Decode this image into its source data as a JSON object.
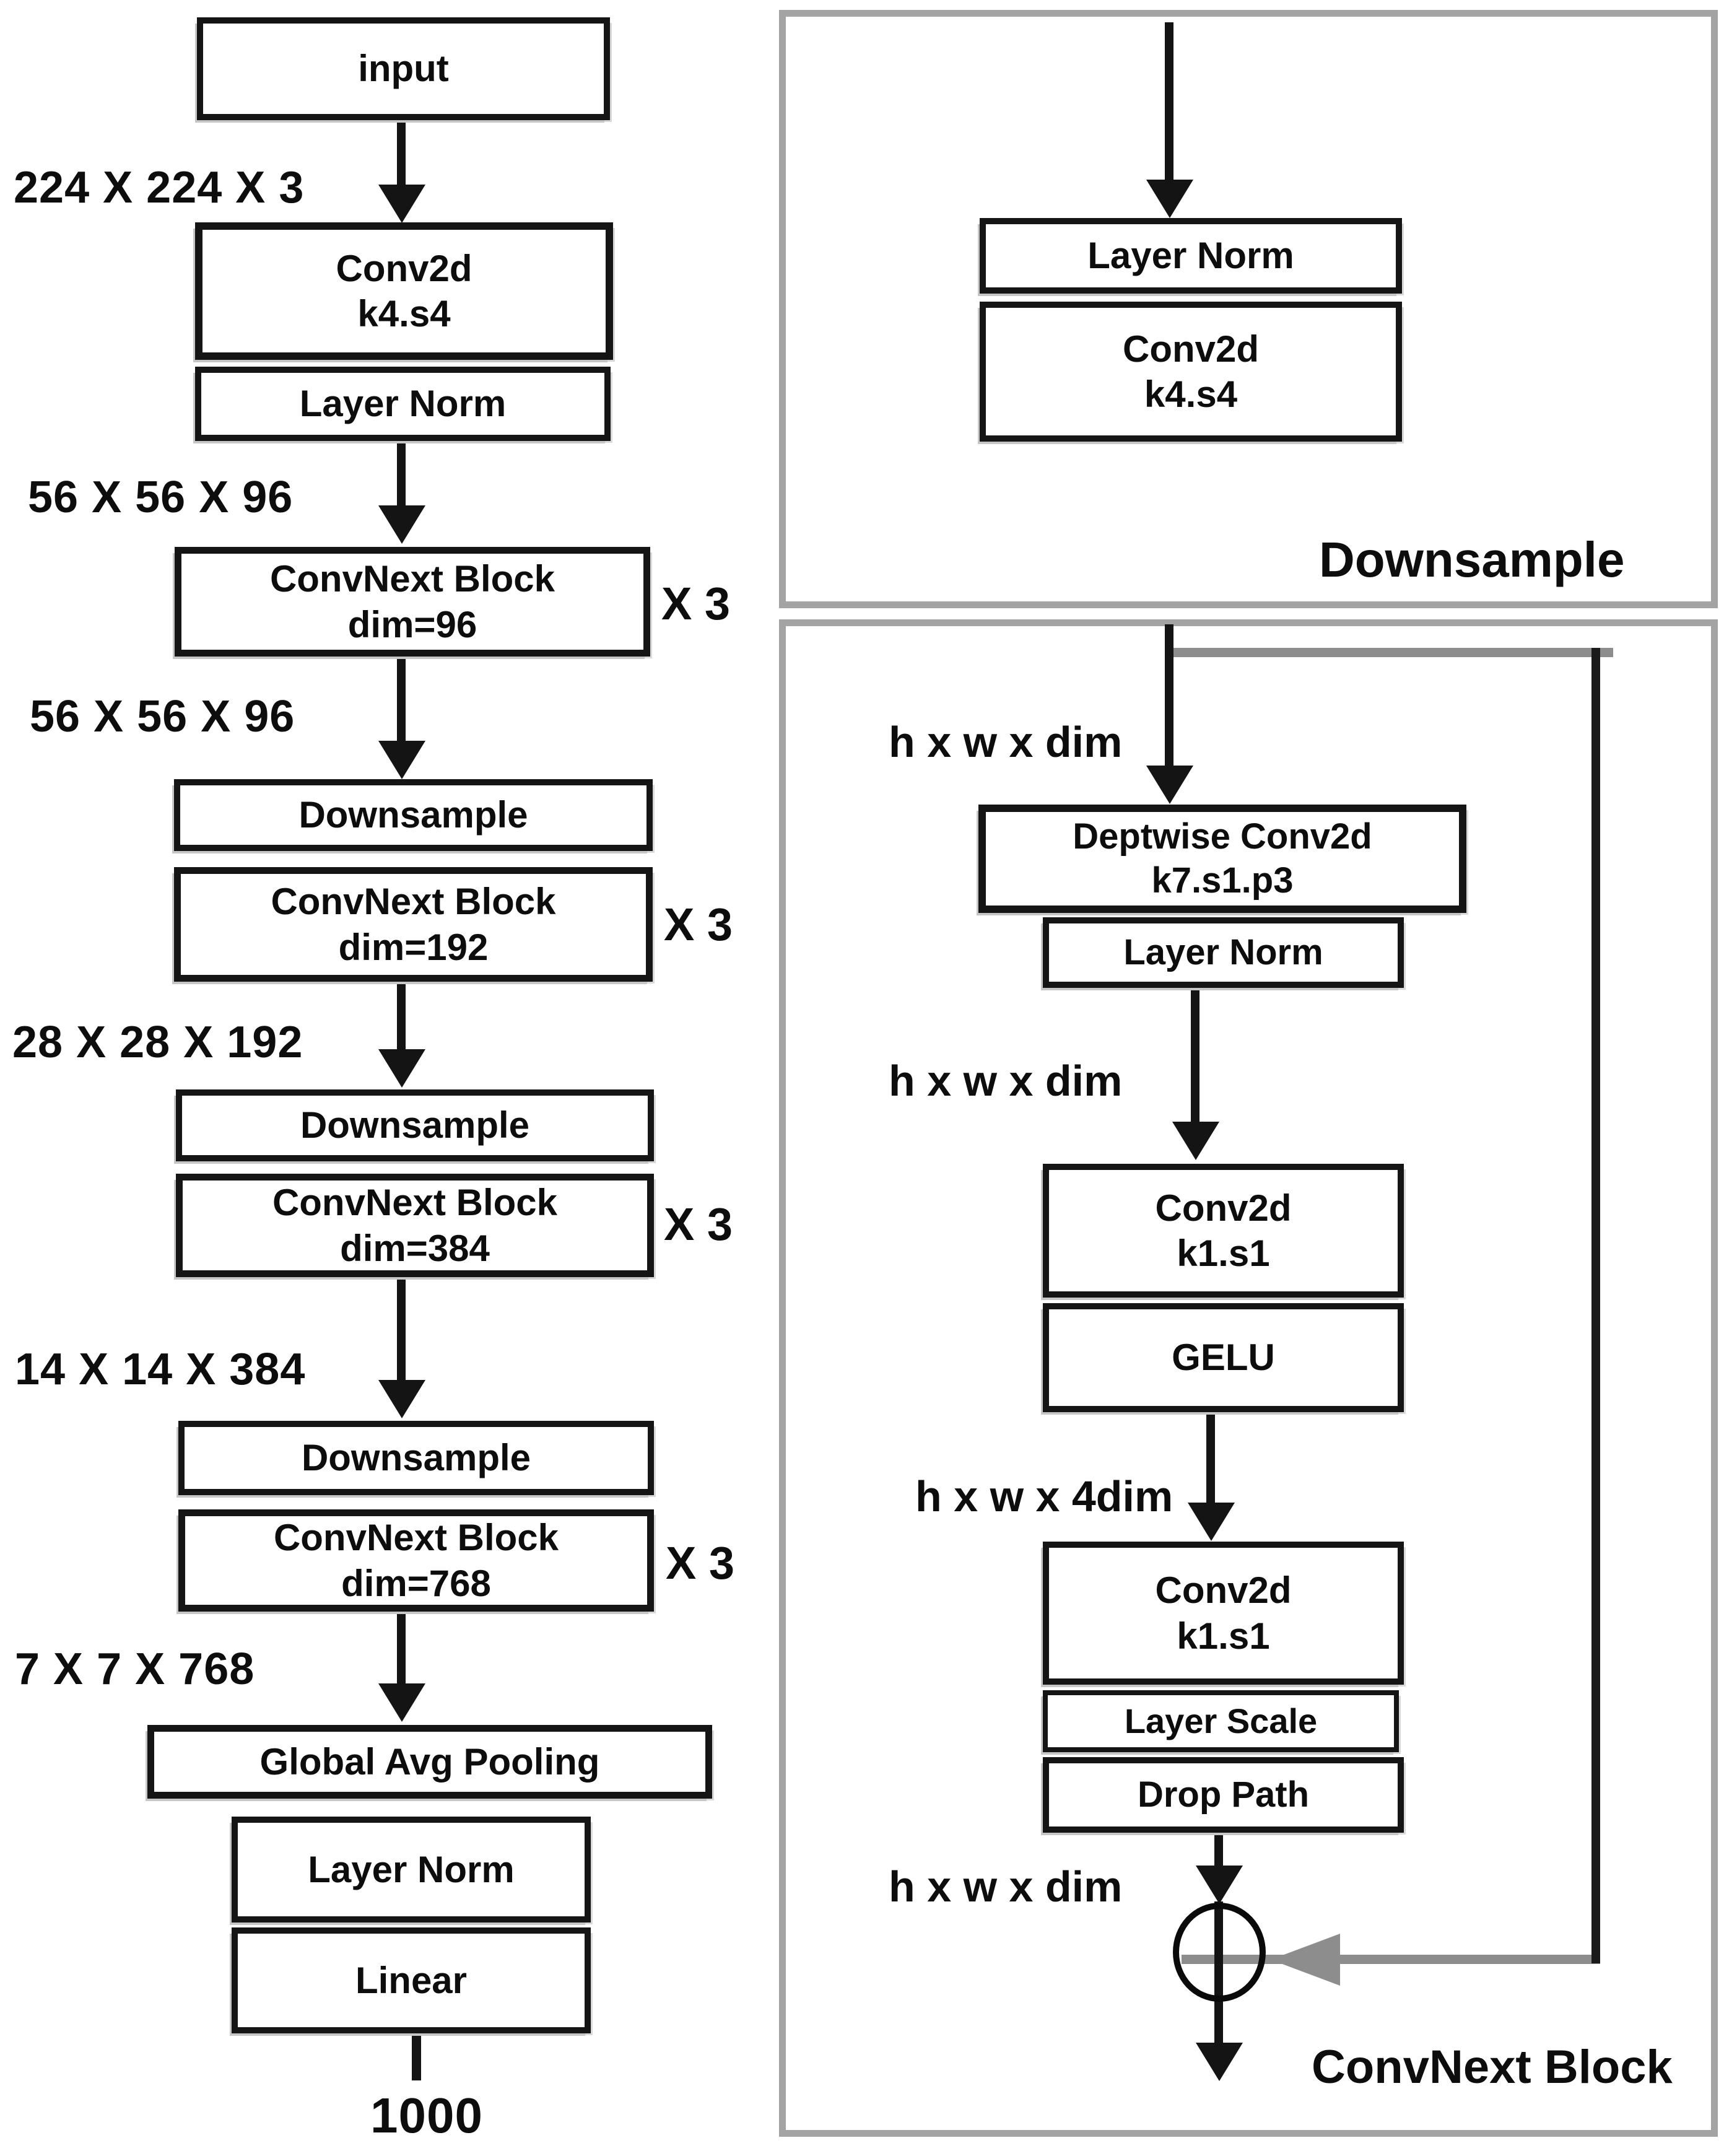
{
  "colors": {
    "ink": "#141414",
    "skip_gray": "#8d8d8d",
    "panel_border": "#a3a3a3",
    "box_shadow": "#c6c6c6",
    "background": "#ffffff"
  },
  "left_flow": {
    "input_label": "input",
    "dims": {
      "d224": "224 X 224 X 3",
      "d56a": "56 X 56 X 96",
      "d56b": "56 X 56 X 96",
      "d28": "28 X 28 X 192",
      "d14": "14 X 14 X 384",
      "d7": "7 X 7 X 768",
      "classes": "1000"
    },
    "stem": {
      "conv_l1": "Conv2d",
      "conv_l2": "k4.s4",
      "norm": "Layer Norm"
    },
    "stages": {
      "repeat": "X 3",
      "downsample": "Downsample",
      "block96_l1": "ConvNext Block",
      "block96_l2": "dim=96",
      "block192_l1": "ConvNext Block",
      "block192_l2": "dim=192",
      "block384_l1": "ConvNext Block",
      "block384_l2": "dim=384",
      "block768_l1": "ConvNext Block",
      "block768_l2": "dim=768"
    },
    "head": {
      "pool": "Global Avg Pooling",
      "norm": "Layer Norm",
      "linear": "Linear"
    }
  },
  "downsample_panel": {
    "caption": "Downsample",
    "norm": "Layer Norm",
    "conv_l1": "Conv2d",
    "conv_l2": "k4.s4"
  },
  "convnext_panel": {
    "caption": "ConvNext Block",
    "dim_in": "h x w x dim",
    "dim_mid": "h x w x dim",
    "dim_expand": "h x w x 4dim",
    "dim_out": "h x w x dim",
    "dw_l1": "Deptwise Conv2d",
    "dw_l2": "k7.s1.p3",
    "norm": "Layer Norm",
    "pw1_l1": "Conv2d",
    "pw1_l2": "k1.s1",
    "gelu": "GELU",
    "pw2_l1": "Conv2d",
    "pw2_l2": "k1.s1",
    "scale": "Layer Scale",
    "droppath": "Drop Path"
  }
}
